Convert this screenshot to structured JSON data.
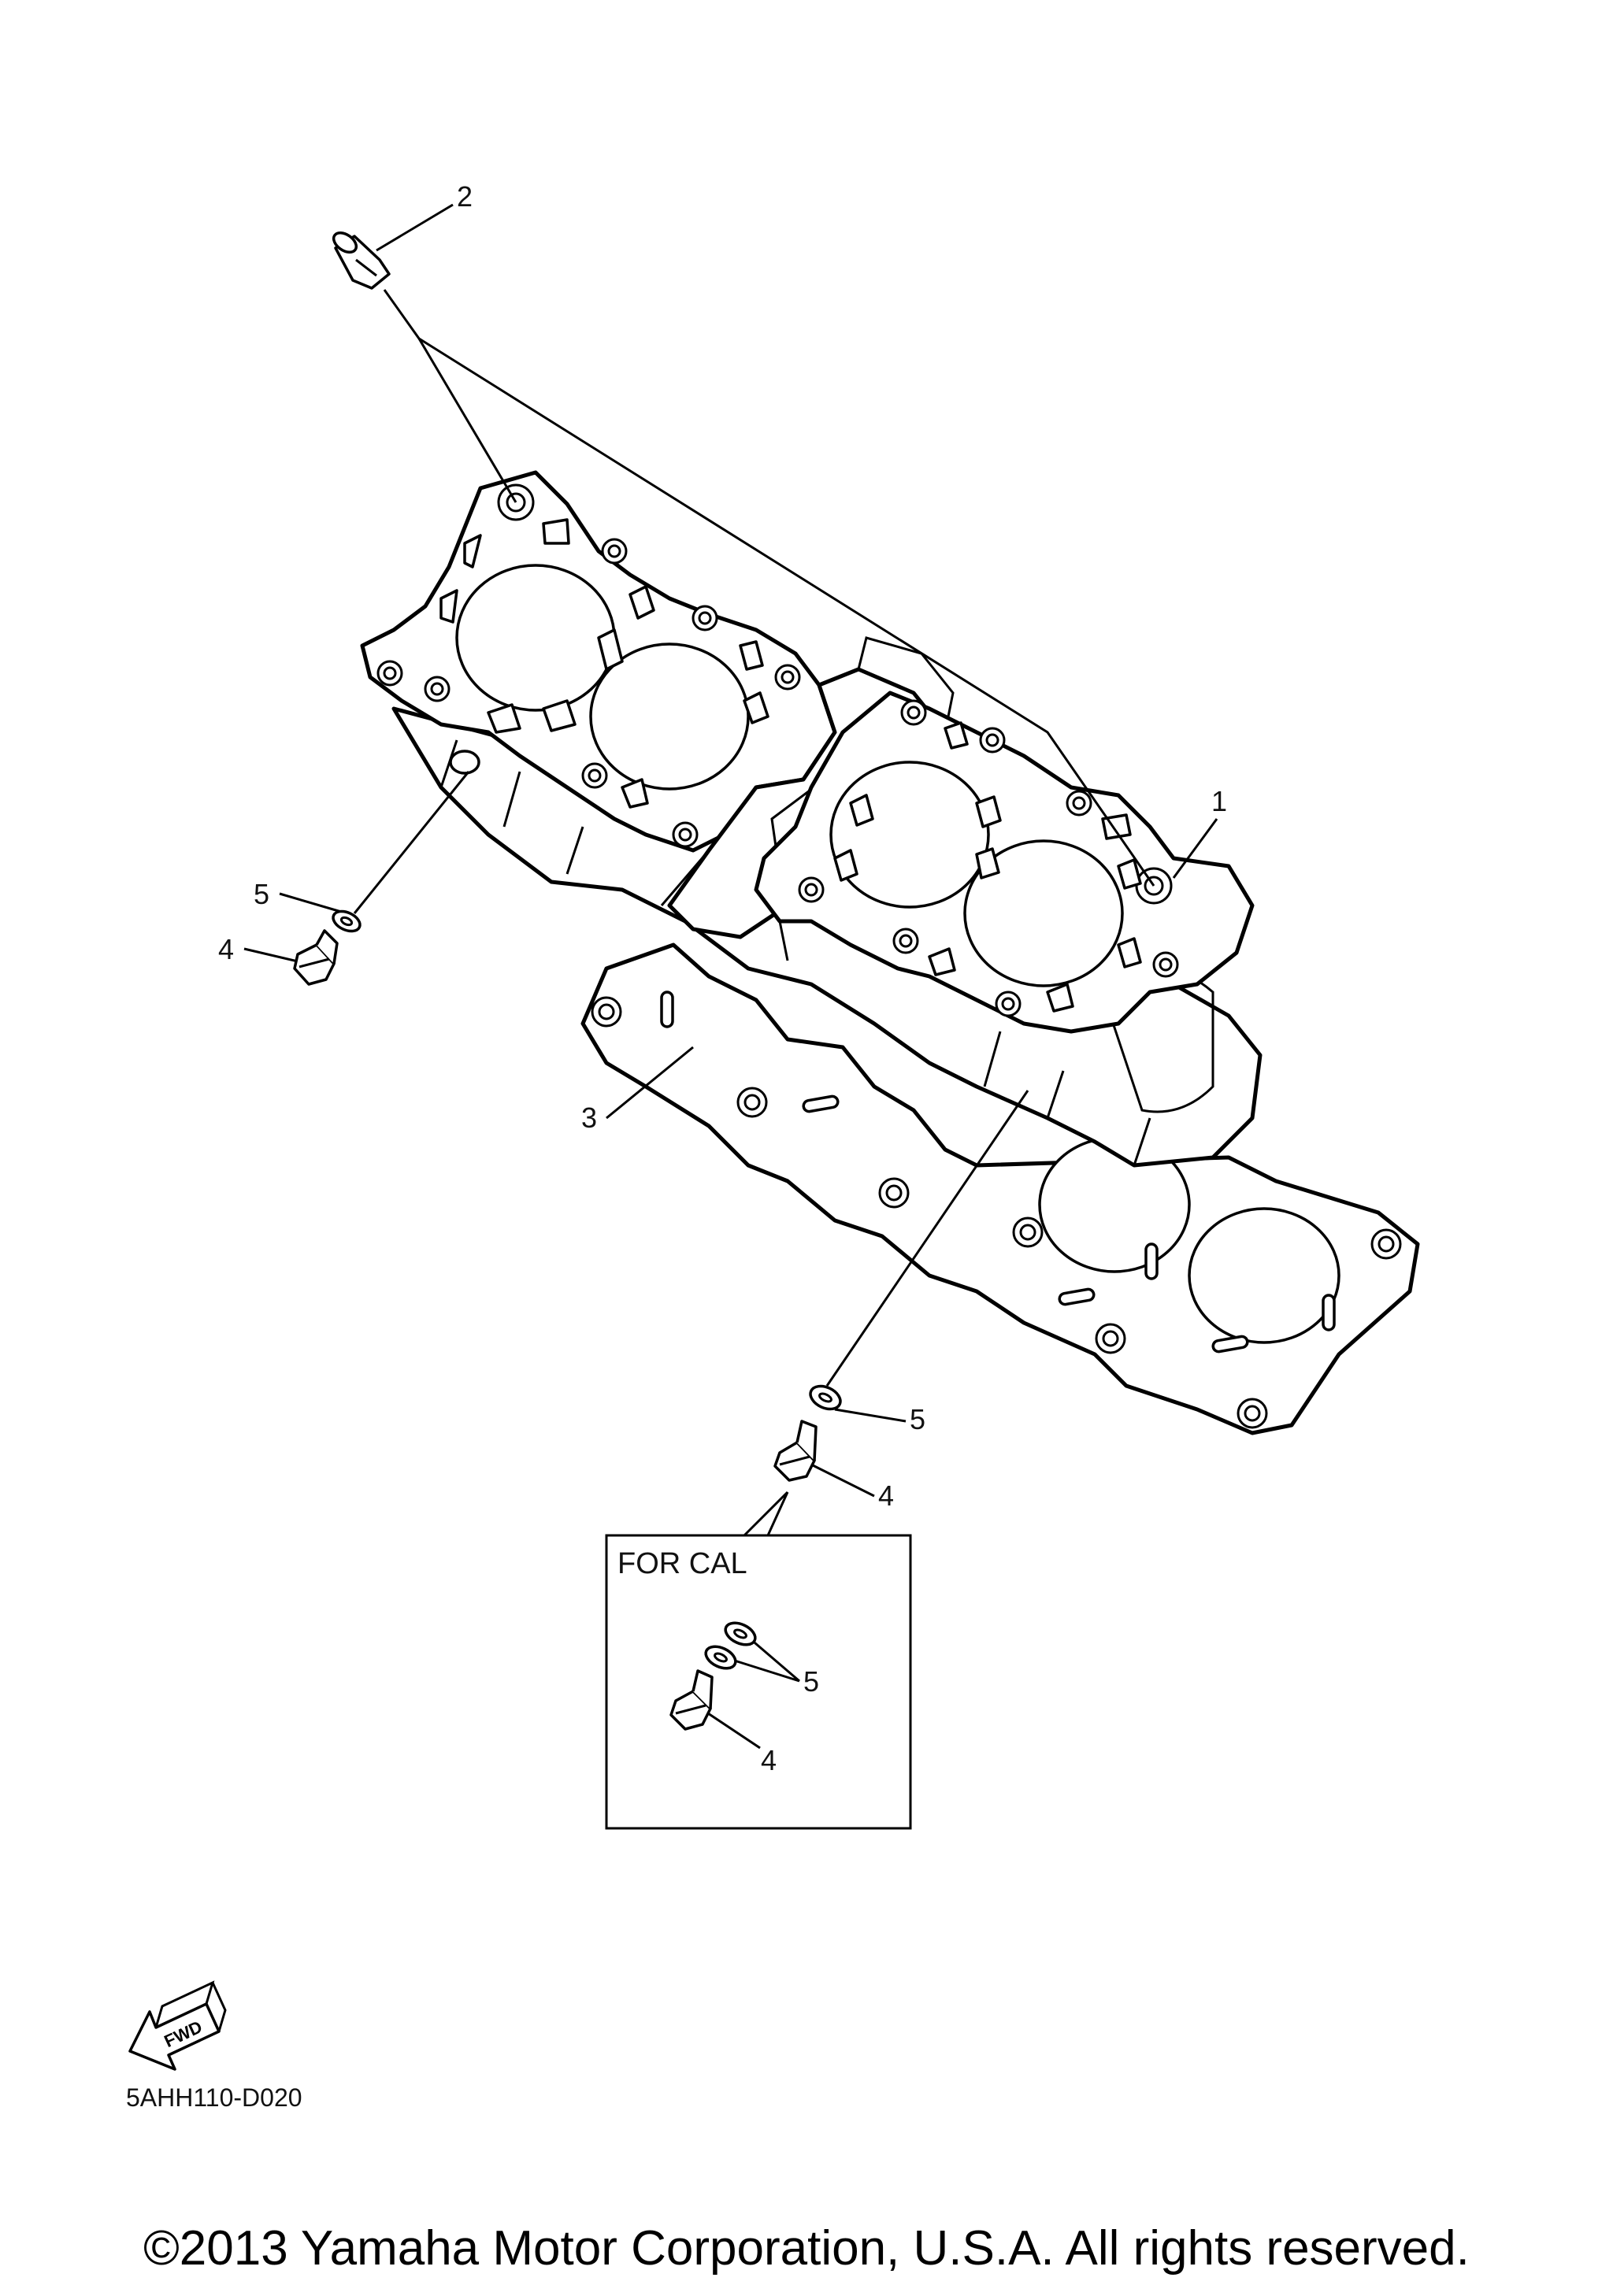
{
  "diagram": {
    "callouts": {
      "c1": "1",
      "c2": "2",
      "c3": "3",
      "c4_left": "4",
      "c5_left": "5",
      "c5_mid": "5",
      "c4_mid": "4",
      "c5_box": "5",
      "c4_box": "4"
    },
    "inset_box": {
      "title": "FOR CAL"
    },
    "fwd_arrow": {
      "label": "FWD"
    },
    "diagram_code": "5AHH110-D020"
  },
  "footer": {
    "copyright": "©2013 Yamaha Motor Corporation, U.S.A. All rights reserved."
  }
}
